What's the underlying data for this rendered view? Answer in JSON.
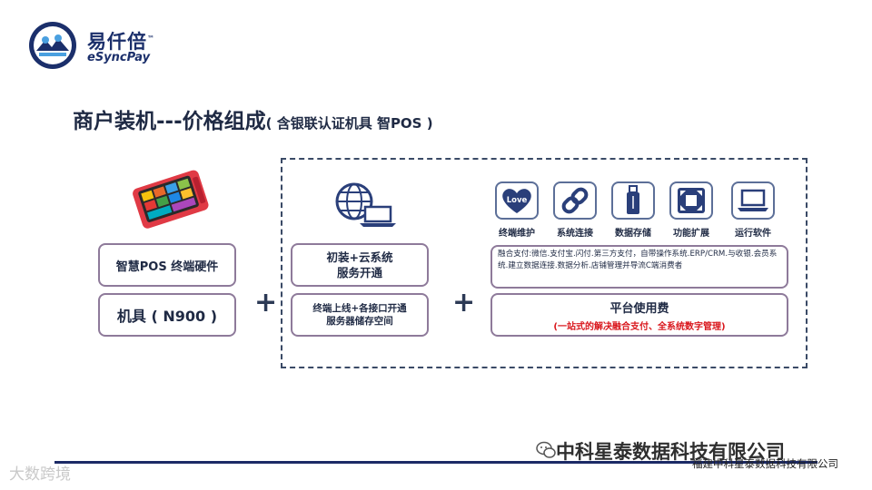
{
  "logo": {
    "cn": "易仟倍",
    "tm": "™",
    "en": "eSyncPay"
  },
  "title": {
    "main": "商户装机---价格组成",
    "sub": "( 含银联认证机具 智POS )"
  },
  "left": {
    "hardware_label": "智慧POS 终端硬件",
    "device_label": "机具 ( N900 )"
  },
  "plus": "+",
  "middle": {
    "setup_label": "初装+云系统\n服务开通",
    "online_label": "终端上线+各接口开通\n服务器储存空间"
  },
  "features": [
    {
      "label": "终端维护",
      "icon": "love-heart-icon",
      "icon_text": "Love"
    },
    {
      "label": "系统连接",
      "icon": "chain-link-icon"
    },
    {
      "label": "数据存储",
      "icon": "usb-drive-icon"
    },
    {
      "label": "功能扩展",
      "icon": "expand-icon"
    },
    {
      "label": "运行软件",
      "icon": "laptop-icon"
    }
  ],
  "services_description": "融合支付:微信.支付宝.闪付.第三方支付，自带操作系统.ERP/CRM.与收银.会员系统.建立数据连接.数据分析.店铺管理并导流C端消费者",
  "platform": {
    "label": "平台使用费",
    "note": "(一站式的解决融合支付、全系统数字管理)"
  },
  "footer": {
    "company_big": "中科星泰数据科技有限公司",
    "company_small": "福建中科星泰数据科技有限公司",
    "watermark": "大数跨境"
  },
  "colors": {
    "box_border": "#8e7a9a",
    "feature_border": "#5c6f98",
    "accent_red": "#d9161c",
    "footer_line": "#1c2a66"
  }
}
